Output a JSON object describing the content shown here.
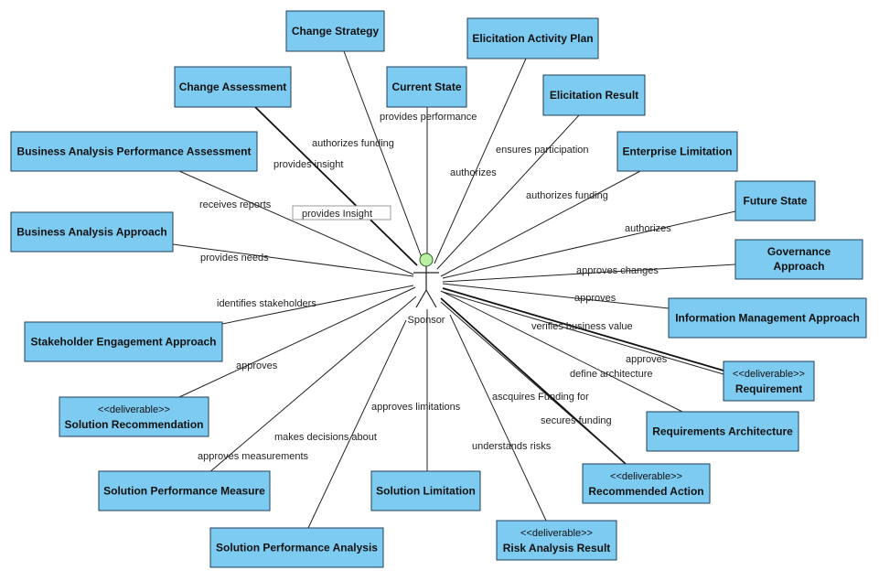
{
  "actor": {
    "name": "Sponsor"
  },
  "nodes": [
    {
      "id": "change-strategy",
      "label": "Change Strategy"
    },
    {
      "id": "elicitation-activity-plan",
      "label": "Elicitation Activity Plan"
    },
    {
      "id": "change-assessment",
      "label": "Change Assessment"
    },
    {
      "id": "current-state",
      "label": "Current State"
    },
    {
      "id": "elicitation-result",
      "label": "Elicitation Result"
    },
    {
      "id": "ba-performance-assessment",
      "label": "Business Analysis Performance Assessment"
    },
    {
      "id": "enterprise-limitation",
      "label": "Enterprise Limitation"
    },
    {
      "id": "future-state",
      "label": "Future State"
    },
    {
      "id": "ba-approach",
      "label": "Business Analysis Approach"
    },
    {
      "id": "governance-approach",
      "label": "Governance Approach"
    },
    {
      "id": "information-management-approach",
      "label": "Information Management Approach"
    },
    {
      "id": "stakeholder-engagement-approach",
      "label": "Stakeholder Engagement Approach"
    },
    {
      "id": "requirement",
      "stereotype": "<<deliverable>>",
      "label": "Requirement"
    },
    {
      "id": "solution-recommendation",
      "stereotype": "<<deliverable>>",
      "label": "Solution Recommendation"
    },
    {
      "id": "requirements-architecture",
      "label": "Requirements Architecture"
    },
    {
      "id": "recommended-action",
      "stereotype": "<<deliverable>>",
      "label": "Recommended Action"
    },
    {
      "id": "solution-performance-measure",
      "label": "Solution Performance Measure"
    },
    {
      "id": "solution-limitation",
      "label": "Solution Limitation"
    },
    {
      "id": "risk-analysis-result",
      "stereotype": "<<deliverable>>",
      "label": "Risk Analysis Result"
    },
    {
      "id": "solution-performance-analysis",
      "label": "Solution Performance Analysis"
    }
  ],
  "relations": [
    {
      "target": "change-strategy",
      "label": "authorizes funding"
    },
    {
      "target": "elicitation-activity-plan",
      "label": "authorizes"
    },
    {
      "target": "change-assessment",
      "label": "provides insight"
    },
    {
      "target": "current-state",
      "label": "provides performance"
    },
    {
      "target": "elicitation-result",
      "label": "ensures participation"
    },
    {
      "target": "ba-performance-assessment",
      "label": "receives reports"
    },
    {
      "target": "enterprise-limitation",
      "label": "authorizes funding"
    },
    {
      "target": "future-state",
      "label": "authorizes"
    },
    {
      "target": "ba-approach",
      "label": "provides needs"
    },
    {
      "target": "governance-approach",
      "label": "approves changes"
    },
    {
      "target": "information-management-approach",
      "label": "approves"
    },
    {
      "target": "stakeholder-engagement-approach",
      "label": "identifies stakeholders"
    },
    {
      "target": "requirement",
      "label": "verifies business value"
    },
    {
      "target": "requirement",
      "label": "approves"
    },
    {
      "target": "solution-recommendation",
      "label": "approves"
    },
    {
      "target": "requirements-architecture",
      "label": "define architecture"
    },
    {
      "target": "recommended-action",
      "label": "ascquires Funding for"
    },
    {
      "target": "recommended-action",
      "label": "secures funding"
    },
    {
      "target": "solution-performance-measure",
      "label": "approves measurements"
    },
    {
      "target": "solution-limitation",
      "label": "approves limitations"
    },
    {
      "target": "risk-analysis-result",
      "label": "understands risks"
    },
    {
      "target": "solution-performance-analysis",
      "label": "makes decisions about"
    },
    {
      "target": "change-assessment",
      "label": "provides Insight",
      "framed": true
    }
  ]
}
